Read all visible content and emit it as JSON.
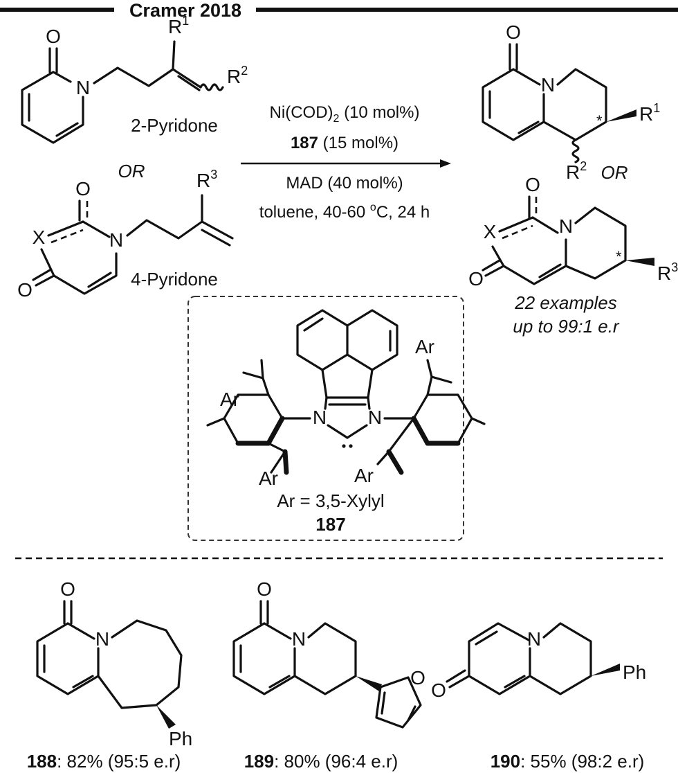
{
  "header": {
    "title": "Cramer 2018"
  },
  "reactants": {
    "pyridone2": {
      "label": "2-Pyridone",
      "r1": "R",
      "r1_sup": "1",
      "r2": "R",
      "r2_sup": "2"
    },
    "or_text": "OR",
    "pyridone4": {
      "label": "4-Pyridone",
      "r3": "R",
      "r3_sup": "3",
      "x": "X"
    }
  },
  "conditions": {
    "line1_pre": "Ni(COD)",
    "line1_sub": "2",
    "line1_post": " (10 mol%)",
    "line2_bold": "187",
    "line2_post": " (15 mol%)",
    "line3": "MAD (40 mol%)",
    "line4_pre": "toluene, 40-60 ",
    "line4_sup": "o",
    "line4_post": "C, 24 h"
  },
  "products": {
    "or_text": "OR",
    "stereo_mark": "*",
    "examples": "22 examples",
    "er": "up to 99:1 e.r"
  },
  "ligand": {
    "ar_label": "Ar",
    "caption": "Ar = 3,5-Xylyl",
    "id": "187"
  },
  "atoms": {
    "O": "O",
    "N": "N",
    "Ph": "Ph",
    "X": "X"
  },
  "examples": [
    {
      "id": "188",
      "text": ": 82% (95:5 e.r)"
    },
    {
      "id": "189",
      "text": ": 80% (96:4 e.r)"
    },
    {
      "id": "190",
      "text": ": 55% (98:2 e.r)"
    }
  ]
}
